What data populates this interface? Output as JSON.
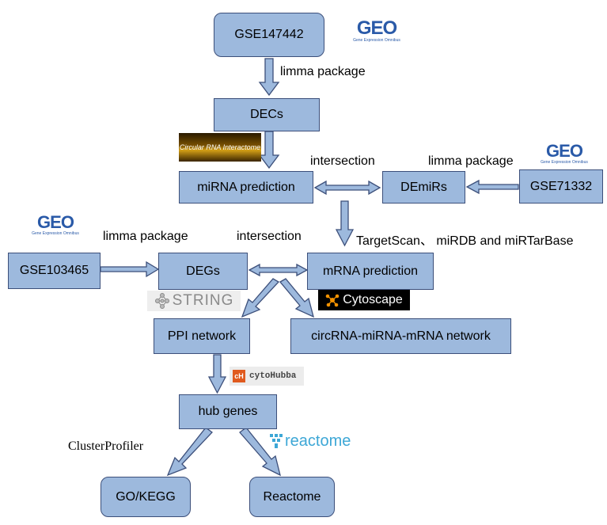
{
  "nodes": {
    "gse147442": "GSE147442",
    "decs": "DECs",
    "mirna_prediction": "miRNA prediction",
    "demirs": "DEmiRs",
    "gse71332": "GSE71332",
    "gse103465": "GSE103465",
    "degs": "DEGs",
    "mrna_prediction": "mRNA prediction",
    "ppi_network": "PPI network",
    "circrna_network": "circRNA-miRNA-mRNA network",
    "hub_genes": "hub genes",
    "go_kegg": "GO/KEGG",
    "reactome_node": "Reactome"
  },
  "labels": {
    "limma_1": "limma package",
    "intersection_1": "intersection",
    "limma_2": "limma package",
    "limma_3": "limma package",
    "intersection_2": "intersection",
    "targetscan": "TargetScan、 miRDB and miRTarBase",
    "clusterprofiler": "ClusterProfiler"
  },
  "logos": {
    "geo_text": "GEO",
    "geo_sub": "Gene Expression Omnibus",
    "circular_rna": "Circular RNA Interactome",
    "string": "STRING",
    "cytoscape": "Cytoscape",
    "cytohubba_icon": "cH",
    "cytohubba": "cytoHubba",
    "reactome": "reactome"
  },
  "colors": {
    "node_fill": "#9db9dd",
    "node_border": "#3c4f7a",
    "arrow_fill": "#9db9dd",
    "arrow_border": "#3c4f7a",
    "geo_blue": "#2a5aa8",
    "reactome_blue": "#3da7d6"
  }
}
